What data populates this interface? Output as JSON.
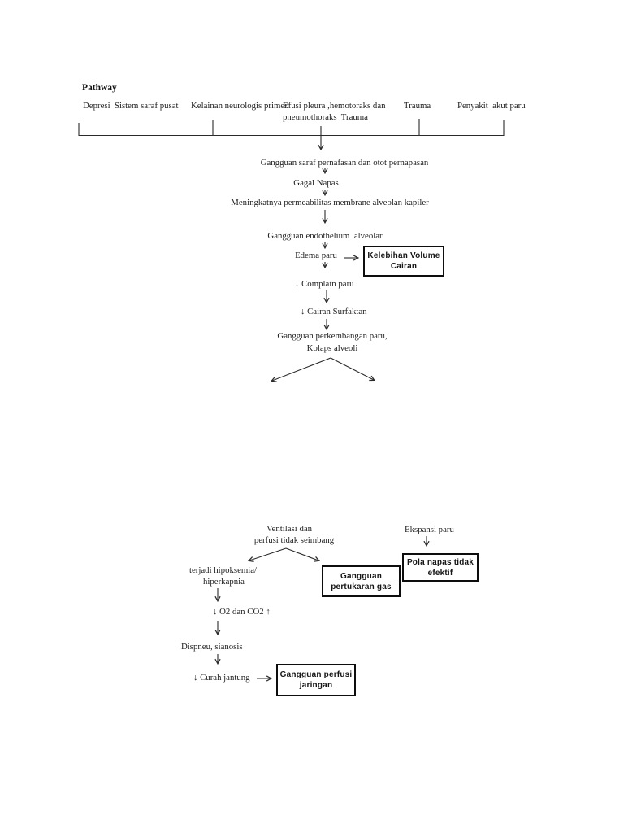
{
  "page": {
    "title": "Pathway",
    "background": "#ffffff",
    "ink": "#222222"
  },
  "causes_row": {
    "items": [
      {
        "label": "Depresi  Sistem saraf pusat"
      },
      {
        "label": "Kelainan neurologis primer"
      },
      {
        "label": "Efusi pleura ,hemotoraks dan",
        "label_line2": "pneumothoraks  Trauma"
      },
      {
        "label": "Trauma"
      },
      {
        "label": "Penyakit  akut paru"
      }
    ]
  },
  "upper_chain": {
    "gangguan_saraf": "Gangguan saraf pernafasan dan otot pernapasan",
    "gagal_napas": "Gagal Napas",
    "permeabilitas": "Meningkatnya permeabilitas membrane alveolan kapiler",
    "endothelium": "Gangguan endothelium  alveolar",
    "edema_paru": "Edema paru",
    "kelebihan_box": {
      "line1": "Kelebihan Volume",
      "line2": "Cairan"
    },
    "complain_paru": "↓ Complain paru",
    "cairan_surfaktan": "↓ Cairan Surfaktan",
    "perkembangan": {
      "line1": "Gangguan perkembangan paru,",
      "line2": "Kolaps alveoli"
    }
  },
  "lower_chain": {
    "ventilasi": {
      "line1": "Ventilasi dan",
      "line2": "perfusi tidak seimbang"
    },
    "ekspansi_paru": "Ekspansi paru",
    "pola_napas_box": {
      "line1": "Pola napas tidak",
      "line2": "efektif"
    },
    "hipoksemia": {
      "line1": "terjadi hipoksemia/",
      "line2": "hiperkapnia"
    },
    "pertukaran_box": {
      "line1": "Gangguan",
      "line2": "pertukaran gas"
    },
    "o2_co2": "↓ O2 dan CO2 ↑",
    "dispneu": "Dispneu, sianosis",
    "curah_jantung": "↓ Curah jantung",
    "perfusi_box": {
      "line1": "Gangguan perfusi",
      "line2": "jaringan"
    }
  }
}
